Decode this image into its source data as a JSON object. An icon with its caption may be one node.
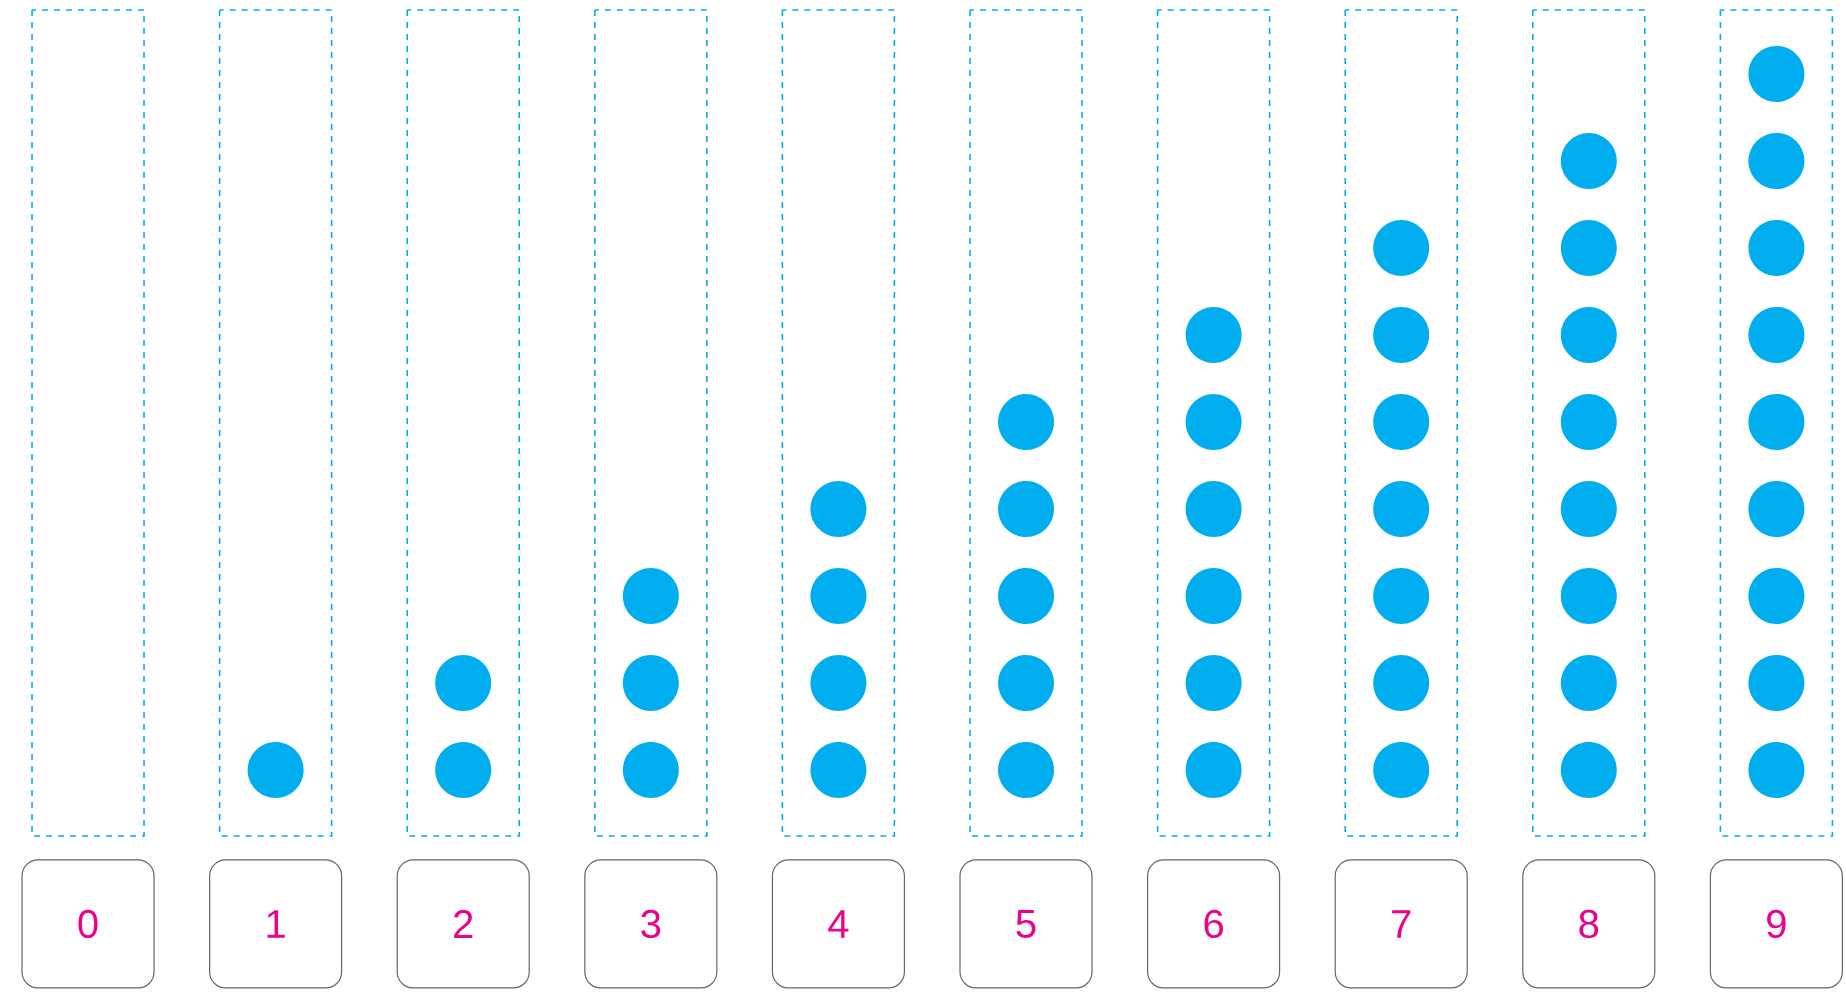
{
  "diagram": {
    "nodes": [
      {
        "text": [
          "0"
        ]
      },
      {
        "text": [
          "1"
        ]
      },
      {
        "text": [
          "2"
        ]
      },
      {
        "text": [
          "3"
        ]
      },
      {
        "text": [
          "4"
        ]
      },
      {
        "text": [
          "5"
        ]
      },
      {
        "text": [
          "6"
        ]
      },
      {
        "text": [
          "7"
        ]
      },
      {
        "text": [
          "8"
        ]
      },
      {
        "text": [
          "9"
        ]
      }
    ]
  }
}
